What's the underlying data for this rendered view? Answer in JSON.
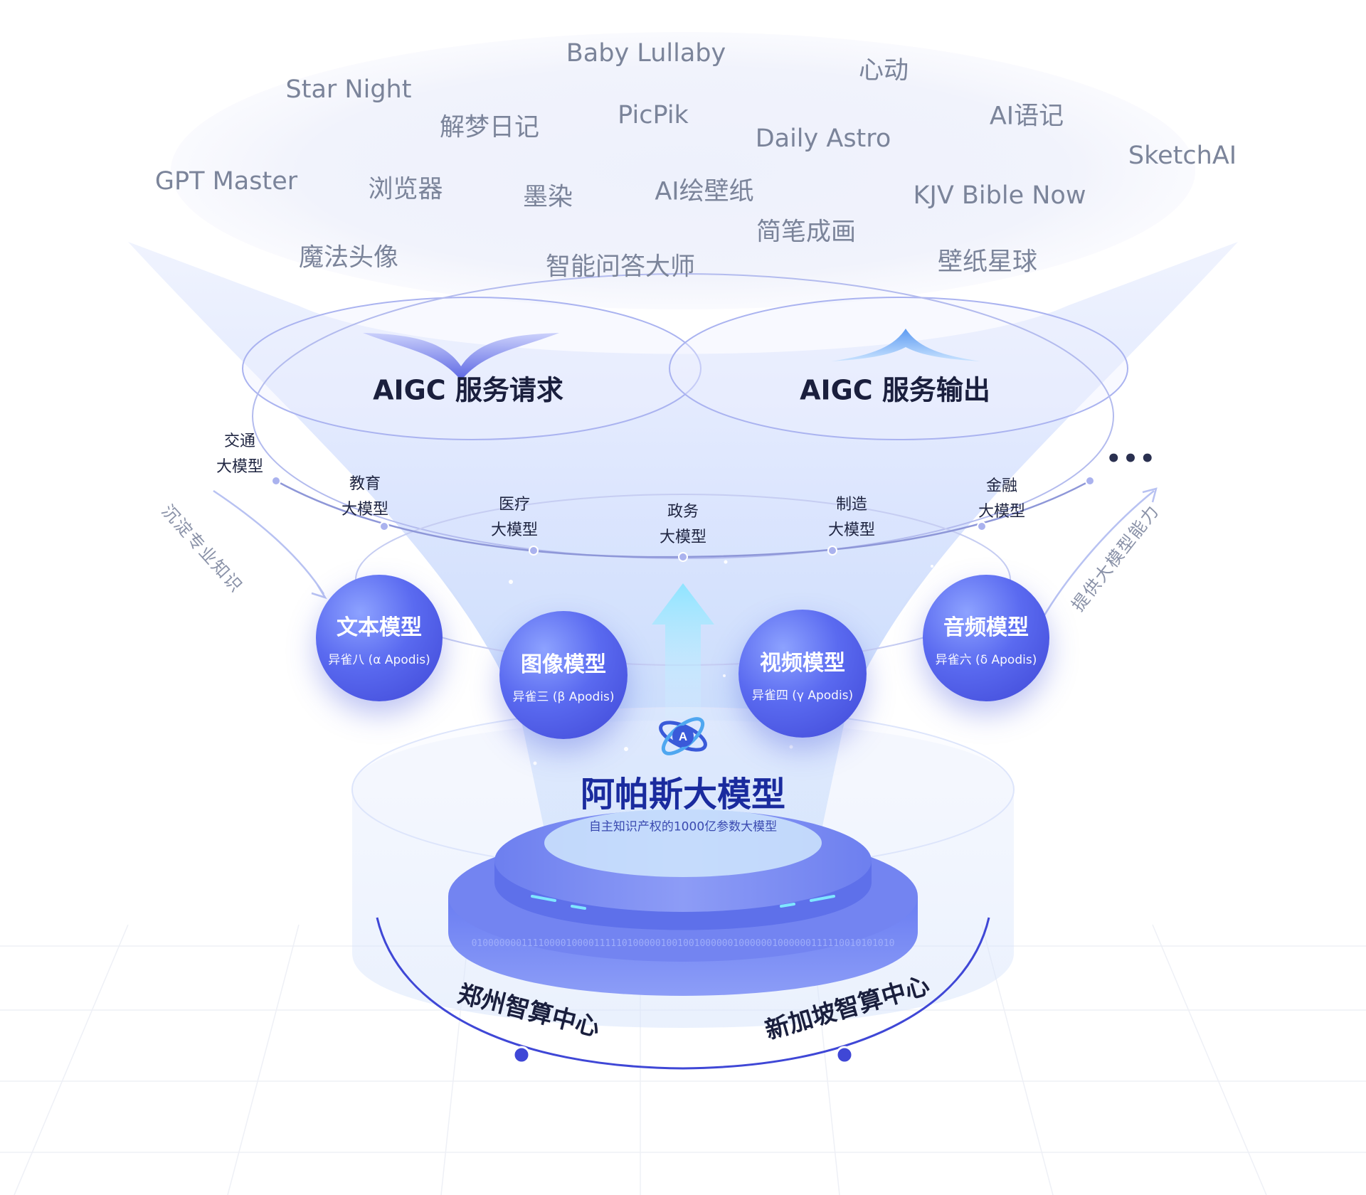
{
  "apps": [
    {
      "id": "baby-lullaby",
      "label": "Baby Lullaby"
    },
    {
      "id": "xindong",
      "label": "心动"
    },
    {
      "id": "star-night",
      "label": "Star Night"
    },
    {
      "id": "jiemeng-riji",
      "label": "解梦日记"
    },
    {
      "id": "picpik",
      "label": "PicPik"
    },
    {
      "id": "daily-astro",
      "label": "Daily Astro"
    },
    {
      "id": "ai-yuji",
      "label": "AI语记"
    },
    {
      "id": "sketchai",
      "label": "SketchAI"
    },
    {
      "id": "gpt-master",
      "label": "GPT Master"
    },
    {
      "id": "liulanqi",
      "label": "浏览器"
    },
    {
      "id": "moran",
      "label": "墨染"
    },
    {
      "id": "ai-huibizhi",
      "label": "AI绘壁纸"
    },
    {
      "id": "kjv-bible-now",
      "label": "KJV Bible Now"
    },
    {
      "id": "jianbi-chenghua",
      "label": "简笔成画"
    },
    {
      "id": "mofa-touxiang",
      "label": "魔法头像"
    },
    {
      "id": "zhineng-wenda",
      "label": "智能问答大师"
    },
    {
      "id": "bizhi-xingqiu",
      "label": "壁纸星球"
    }
  ],
  "services": {
    "request": "AIGC 服务请求",
    "output": "AIGC 服务输出"
  },
  "industries": [
    {
      "id": "traffic",
      "line1": "交通",
      "line2": "大模型"
    },
    {
      "id": "education",
      "line1": "教育",
      "line2": "大模型"
    },
    {
      "id": "medical",
      "line1": "医疗",
      "line2": "大模型"
    },
    {
      "id": "government",
      "line1": "政务",
      "line2": "大模型"
    },
    {
      "id": "manufacturing",
      "line1": "制造",
      "line2": "大模型"
    },
    {
      "id": "finance",
      "line1": "金融",
      "line2": "大模型"
    }
  ],
  "more": "•••",
  "side": {
    "left": "沉淀专业知识",
    "right": "提供大模型能力"
  },
  "models": [
    {
      "id": "text",
      "name": "文本模型",
      "sub": "异雀八 (α Apodis)"
    },
    {
      "id": "image",
      "name": "图像模型",
      "sub": "异雀三 (β Apodis)"
    },
    {
      "id": "video",
      "name": "视频模型",
      "sub": "异雀四 (γ Apodis)"
    },
    {
      "id": "audio",
      "name": "音频模型",
      "sub": "异雀六 (δ Apodis)"
    }
  ],
  "core": {
    "title": "阿帕斯大模型",
    "subtitle": "自主知识产权的1000亿参数大模型"
  },
  "centers": {
    "left": "郑州智算中心",
    "right": "新加坡智算中心"
  },
  "binary_text": "0100000001111000010000111110100000100100100000010000001000000111110010101010",
  "colors": {
    "accent": "#3f47d6",
    "accent_light": "#8da2ff",
    "text_gray": "#7b849a",
    "title_blue": "#1a2b9e"
  }
}
